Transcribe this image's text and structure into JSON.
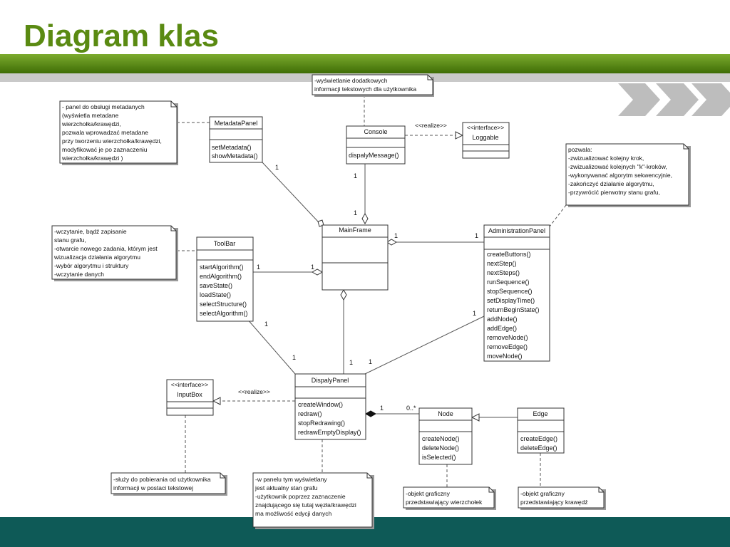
{
  "title": "Diagram klas",
  "classes": {
    "metadata_panel": {
      "name": "MetadataPanel",
      "ops": [
        "setMetadata()",
        "showMetadata()"
      ]
    },
    "console": {
      "name": "Console",
      "ops": [
        "dispalyMessage()"
      ]
    },
    "loggable": {
      "stereotype": "<<interface>>",
      "name": "Loggable"
    },
    "main_frame": {
      "name": "MainFrame"
    },
    "toolbar": {
      "name": "ToolBar",
      "ops": [
        "startAlgorithm()",
        "endAlgorithm()",
        "saveState()",
        "loadState()",
        "selectStructure()",
        "selectAlgorithm()"
      ]
    },
    "administration_panel": {
      "name": "AdministrationPanel",
      "ops": [
        "createButtons()",
        "nextStep()",
        "nextSteps()",
        "runSequence()",
        "stopSequence()",
        "setDisplayTime()",
        "returnBeginState()",
        "addNode()",
        "addEdge()",
        "removeNode()",
        "removeEdge()",
        "moveNode()"
      ]
    },
    "input_box": {
      "stereotype": "<<interface>>",
      "name": "InputBox"
    },
    "display_panel": {
      "name": "DispalyPanel",
      "ops": [
        "createWindow()",
        "redraw()",
        "stopRedrawing()",
        "redrawEmptyDisplay()"
      ]
    },
    "node": {
      "name": "Node",
      "ops": [
        "createNode()",
        "deleteNode()",
        "isSelected()"
      ]
    },
    "edge": {
      "name": "Edge",
      "ops": [
        "createEdge()",
        "deleteEdge()"
      ]
    }
  },
  "relations": {
    "realize_console": "<<realize>>",
    "realize_display": "<<realize>>",
    "metadata_mult": "1",
    "console_mult": "1",
    "mainframe_console_mult": "1",
    "mainframe_admin_mult": "1",
    "admin_mult": "1",
    "toolbar_mult": "1",
    "mainframe_toolbar_mult": "1",
    "toolbar_display_mult": "1",
    "display_toolbar_mult": "1",
    "display_main_mult": "1",
    "display_admin_mult": "1",
    "admin_display_mult": "1",
    "display_node_mult": "1",
    "node_mult": "0..*"
  },
  "notes": {
    "console_note": [
      "-wyświetlanie dodatkowych",
      " informacji tekstowych dla użytkownika"
    ],
    "metadata_note": [
      "- panel do obsługi metadanych",
      " (wyświetla metadane",
      " wierzchołka/krawędzi,",
      " pozwala wprowadzać metadane",
      " przy tworzeniu wierzchołka/krawędzi,",
      " modyfikować je po zaznaczeniu",
      " wierzchołka/krawędzi )"
    ],
    "admin_note": [
      "pozwala:",
      " -zwizualizować kolejny krok,",
      " -zwizualizować kolejnych \"k\"-kroków,",
      " -wykonywanać algorytm sekwencyjnie,",
      " -zakończyć działanie algorytmu,",
      " -przywrócić pierwotny stanu grafu,"
    ],
    "toolbar_note": [
      "-wczytanie, bądź zapisanie",
      " stanu grafu,",
      "-otwarcie nowego zadania,  którym jest",
      " wizualizacja działania algorytmu",
      "-wybór algorytmu i struktury",
      "-wczytanie danych"
    ],
    "inputbox_note": [
      "-służy do pobierania od użytkownika",
      "  informacji w postaci tekstowej"
    ],
    "display_note": [
      "-w panelu tym wyświetlany",
      " jest aktualny stan grafu",
      "-użytkownik poprzez zaznaczenie",
      " znajdującego się tutaj węzła/krawędzi",
      " ma możliwość edycji danych"
    ],
    "node_note": [
      "-objekt graficzny",
      " przedstawiający wierzchołek"
    ],
    "edge_note": [
      "-objekt graficzny",
      " przedstawiający krawędź"
    ]
  },
  "colors": {
    "title": "#5a8a12",
    "header_bar": "#4f7f0c",
    "bottom_bar": "#0e5a57",
    "chevrons": "#bdbdbd"
  }
}
